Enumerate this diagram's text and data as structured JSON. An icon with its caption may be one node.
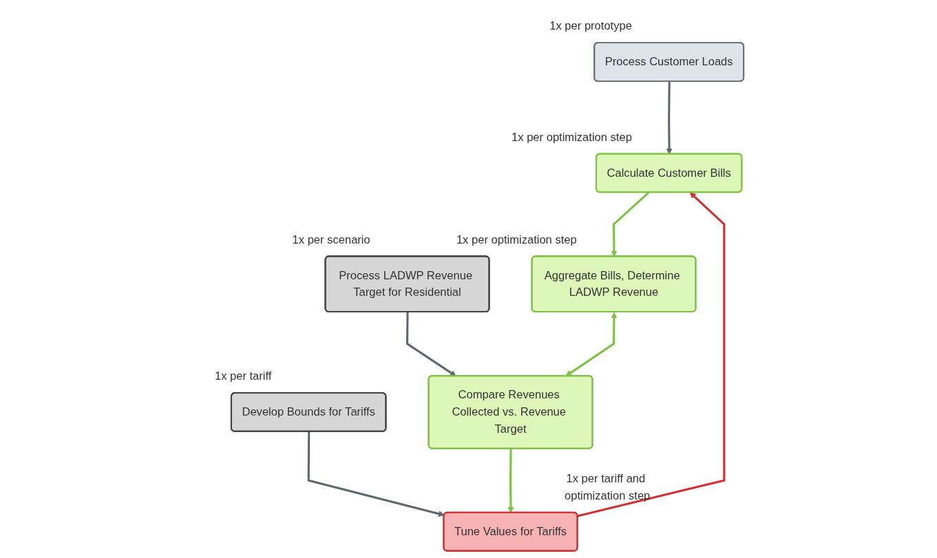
{
  "diagram": {
    "nodes": [
      {
        "text": [
          "Process Customer Loads"
        ],
        "beside": [
          "1x per prototype"
        ]
      },
      {
        "text": [
          "Develop Bounds for Tariffs"
        ],
        "beside": [
          "1x per tariff"
        ]
      },
      {
        "text": [
          "Process LADWP Revenue Target for Residential"
        ],
        "beside": [
          "1x per scenario"
        ]
      },
      {
        "text": [
          "Tune Values for Tariffs"
        ],
        "beside": [
          "1x per tariff and optimization step"
        ]
      },
      {
        "text": [
          "Calculate Customer Bills"
        ],
        "beside": [
          "1x per optimization step"
        ]
      },
      {
        "text": [
          "Aggregate Bills, Determine LADWP Revenue"
        ],
        "beside": [
          "1x per optimization step"
        ]
      },
      {
        "text": [
          "Compare Revenues Collected vs. Revenue Target"
        ]
      }
    ],
    "edges": [
      {
        "from": 0,
        "to": 4,
        "arrow": "to",
        "color": "#5f6670"
      },
      {
        "from": 1,
        "to": 3,
        "arrow": "to",
        "color": "#5f6670"
      },
      {
        "from": 2,
        "to": 6,
        "arrow": "to",
        "color": "#5f6670"
      },
      {
        "from": 3,
        "to": 4,
        "arrow": "to",
        "color": "#d03030"
      },
      {
        "from": 4,
        "to": 5,
        "arrow": "to",
        "color": "#7dc242"
      },
      {
        "from": 5,
        "to": 6,
        "arrow": "both",
        "color": "#7dc242"
      },
      {
        "from": 6,
        "to": 3,
        "arrow": "to",
        "color": "#7dc242"
      }
    ]
  }
}
